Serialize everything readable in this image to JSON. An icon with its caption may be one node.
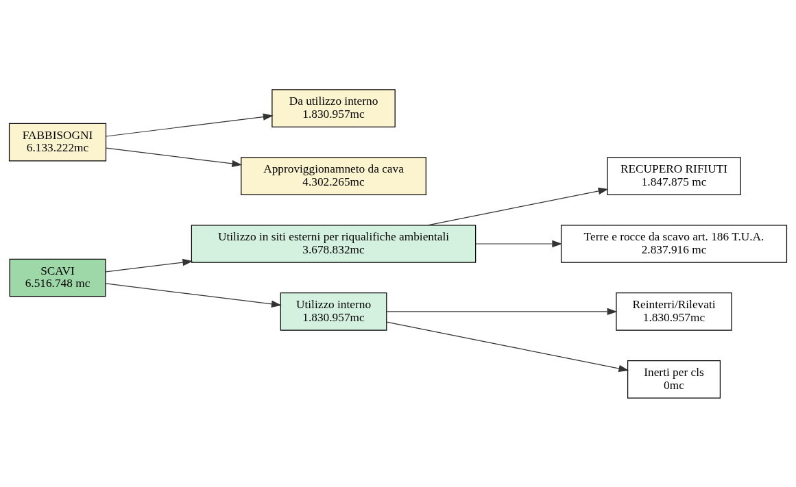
{
  "diagram": {
    "nodes": [
      {
        "text": [
          "SCAVI",
          "6.516.748 mc"
        ]
      },
      {
        "text": [
          "Utilizzo in siti esterni per riqualifiche ambientali",
          "3.678.832mc"
        ]
      },
      {
        "text": [
          "RECUPERO RIFIUTI",
          "1.847.875 mc"
        ]
      },
      {
        "text": [
          "Terre e rocce da scavo art. 186 T.U.A.",
          "2.837.916 mc"
        ]
      },
      {
        "text": [
          "Utilizzo interno",
          "1.830.957mc"
        ]
      },
      {
        "text": [
          "Reinterri/Rilevati",
          "1.830.957mc"
        ]
      },
      {
        "text": [
          "Inerti per cls",
          "0mc"
        ]
      },
      {
        "text": [
          "FABBISOGNI",
          "6.133.222mc"
        ]
      },
      {
        "text": [
          "Da utilizzo interno",
          "1.830.957mc"
        ]
      },
      {
        "text": [
          "Approviggionamneto da cava",
          "4.302.265mc"
        ]
      }
    ],
    "edges": [
      {
        "from": 0,
        "to": 1,
        "arrow": "to"
      },
      {
        "from": 0,
        "to": 4,
        "arrow": "to"
      },
      {
        "from": 1,
        "to": 2,
        "arrow": "to"
      },
      {
        "from": 1,
        "to": 3,
        "arrow": "to"
      },
      {
        "from": 4,
        "to": 5,
        "arrow": "to"
      },
      {
        "from": 4,
        "to": 6,
        "arrow": "to"
      },
      {
        "from": 7,
        "to": 8,
        "arrow": "to"
      },
      {
        "from": 7,
        "to": 9,
        "arrow": "to"
      }
    ]
  }
}
